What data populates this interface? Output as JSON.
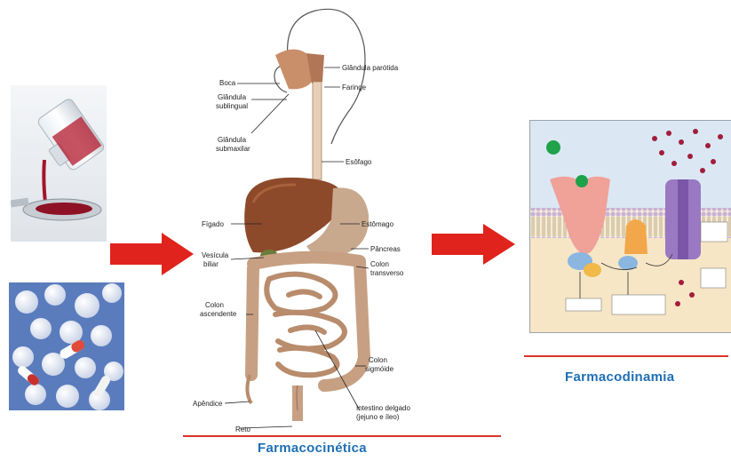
{
  "digestive_labels": {
    "parotid": "Glândula parótida",
    "mouth": "Boca",
    "pharynx": "Faringe",
    "sublingual": [
      "Glândula",
      "sublingual"
    ],
    "submaxillary": [
      "Glândula",
      "submaxilar"
    ],
    "esophagus": "Esôfago",
    "liver": "Fígado",
    "stomach": "Estômago",
    "pancreas": "Pâncreas",
    "gallbladder": [
      "Vesícula",
      "biliar"
    ],
    "transverse_colon": [
      "Colon",
      "transverso"
    ],
    "ascending_colon": [
      "Colon",
      "ascendente"
    ],
    "sigmoid_colon": [
      "Colon",
      "sigmóide"
    ],
    "appendix": "Apêndice",
    "small_intestine": [
      "Intestino delgado",
      "(jejuno e íleo)"
    ],
    "rectum": "Reto"
  },
  "captions": {
    "pharmacokinetics": "Farmacocinética",
    "pharmacodynamics": "Farmacodinamia"
  },
  "colors": {
    "arrow": "#e0231c",
    "caption": "#1e6fb5",
    "underline": "#d9342b"
  }
}
